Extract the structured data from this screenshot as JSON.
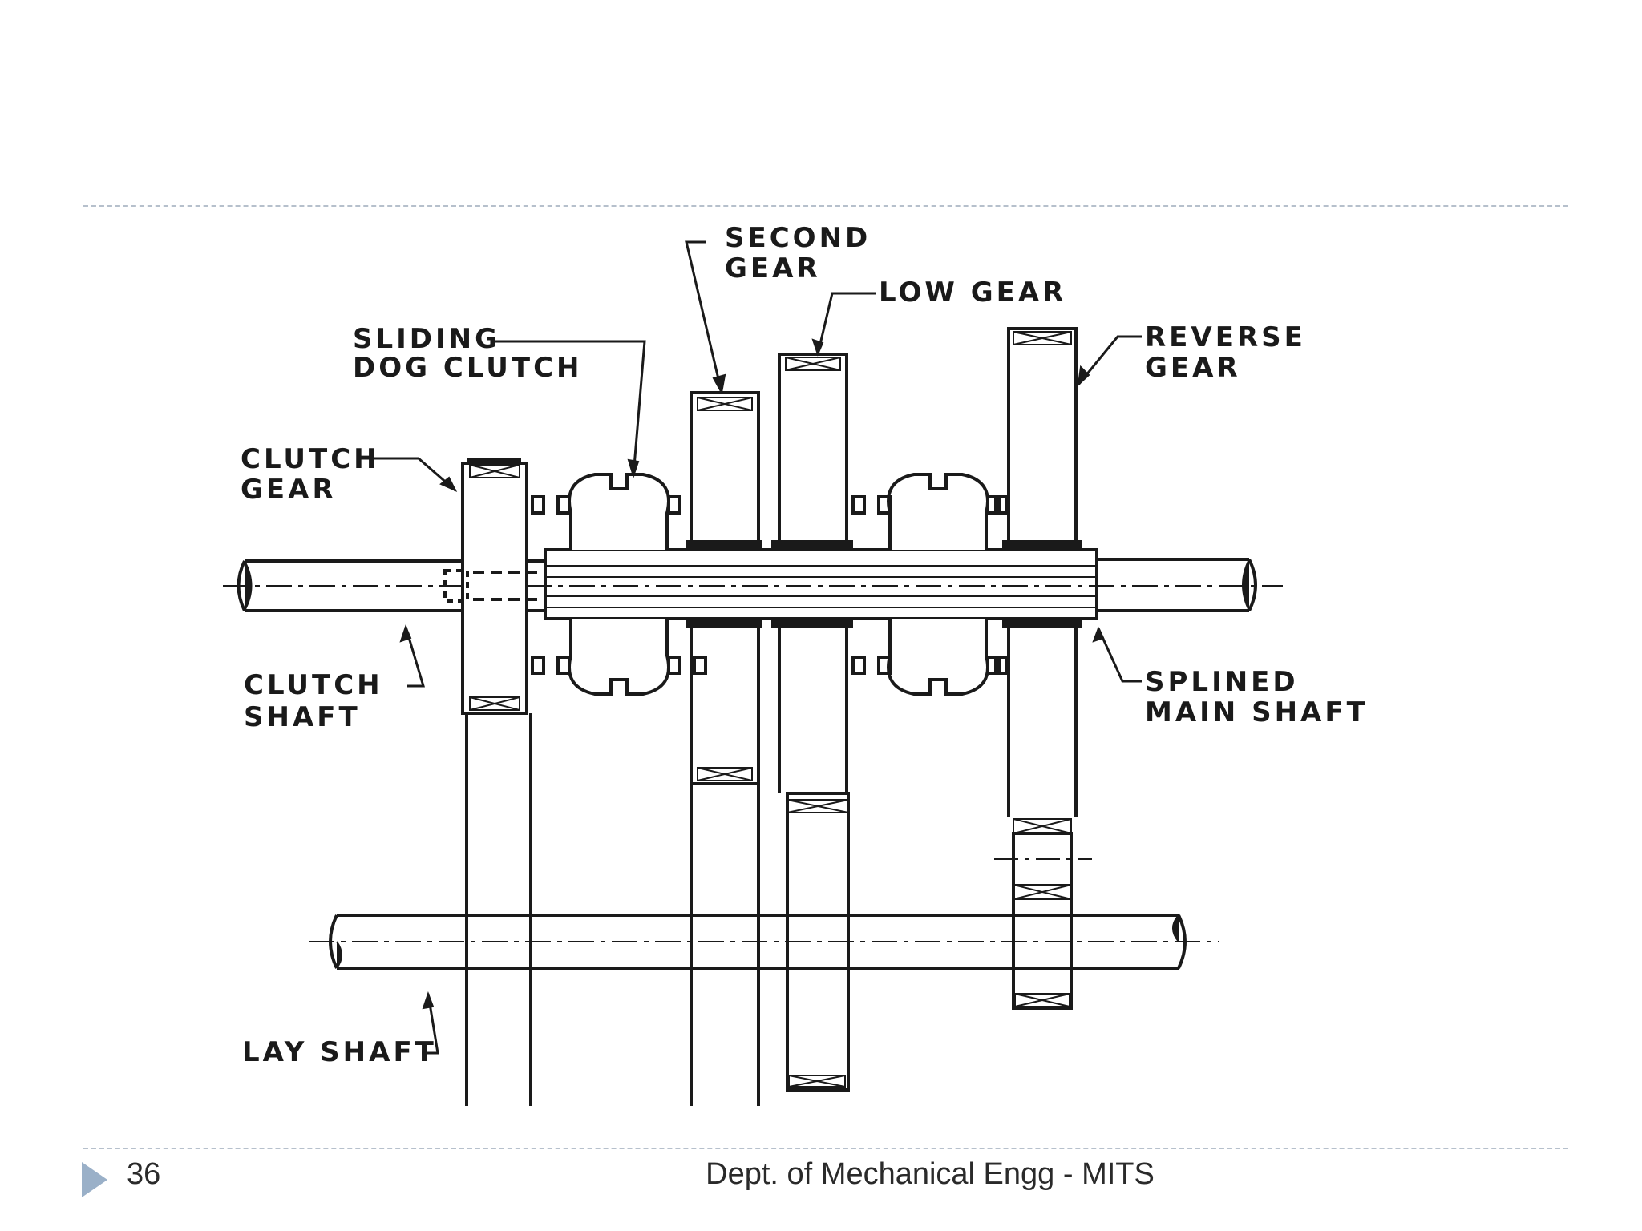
{
  "labels": {
    "second_gear": [
      "SECOND",
      "GEAR"
    ],
    "low_gear": "LOW GEAR",
    "sliding_dog_clutch": [
      "SLIDING",
      "DOG CLUTCH"
    ],
    "reverse_gear": [
      "REVERSE",
      "GEAR"
    ],
    "clutch_gear": [
      "CLUTCH",
      "GEAR"
    ],
    "clutch_shaft": [
      "CLUTCH",
      "SHAFT"
    ],
    "splined_main_shaft": [
      "SPLINED",
      "MAIN SHAFT"
    ],
    "lay_shaft": "LAY SHAFT"
  },
  "footer": {
    "slide_number": "36",
    "text": "Dept. of Mechanical Engg - MITS"
  },
  "colors": {
    "line": "#1a1a1a",
    "divider": "#b6c0cc",
    "footer_arrow": "#9ab0c8"
  }
}
